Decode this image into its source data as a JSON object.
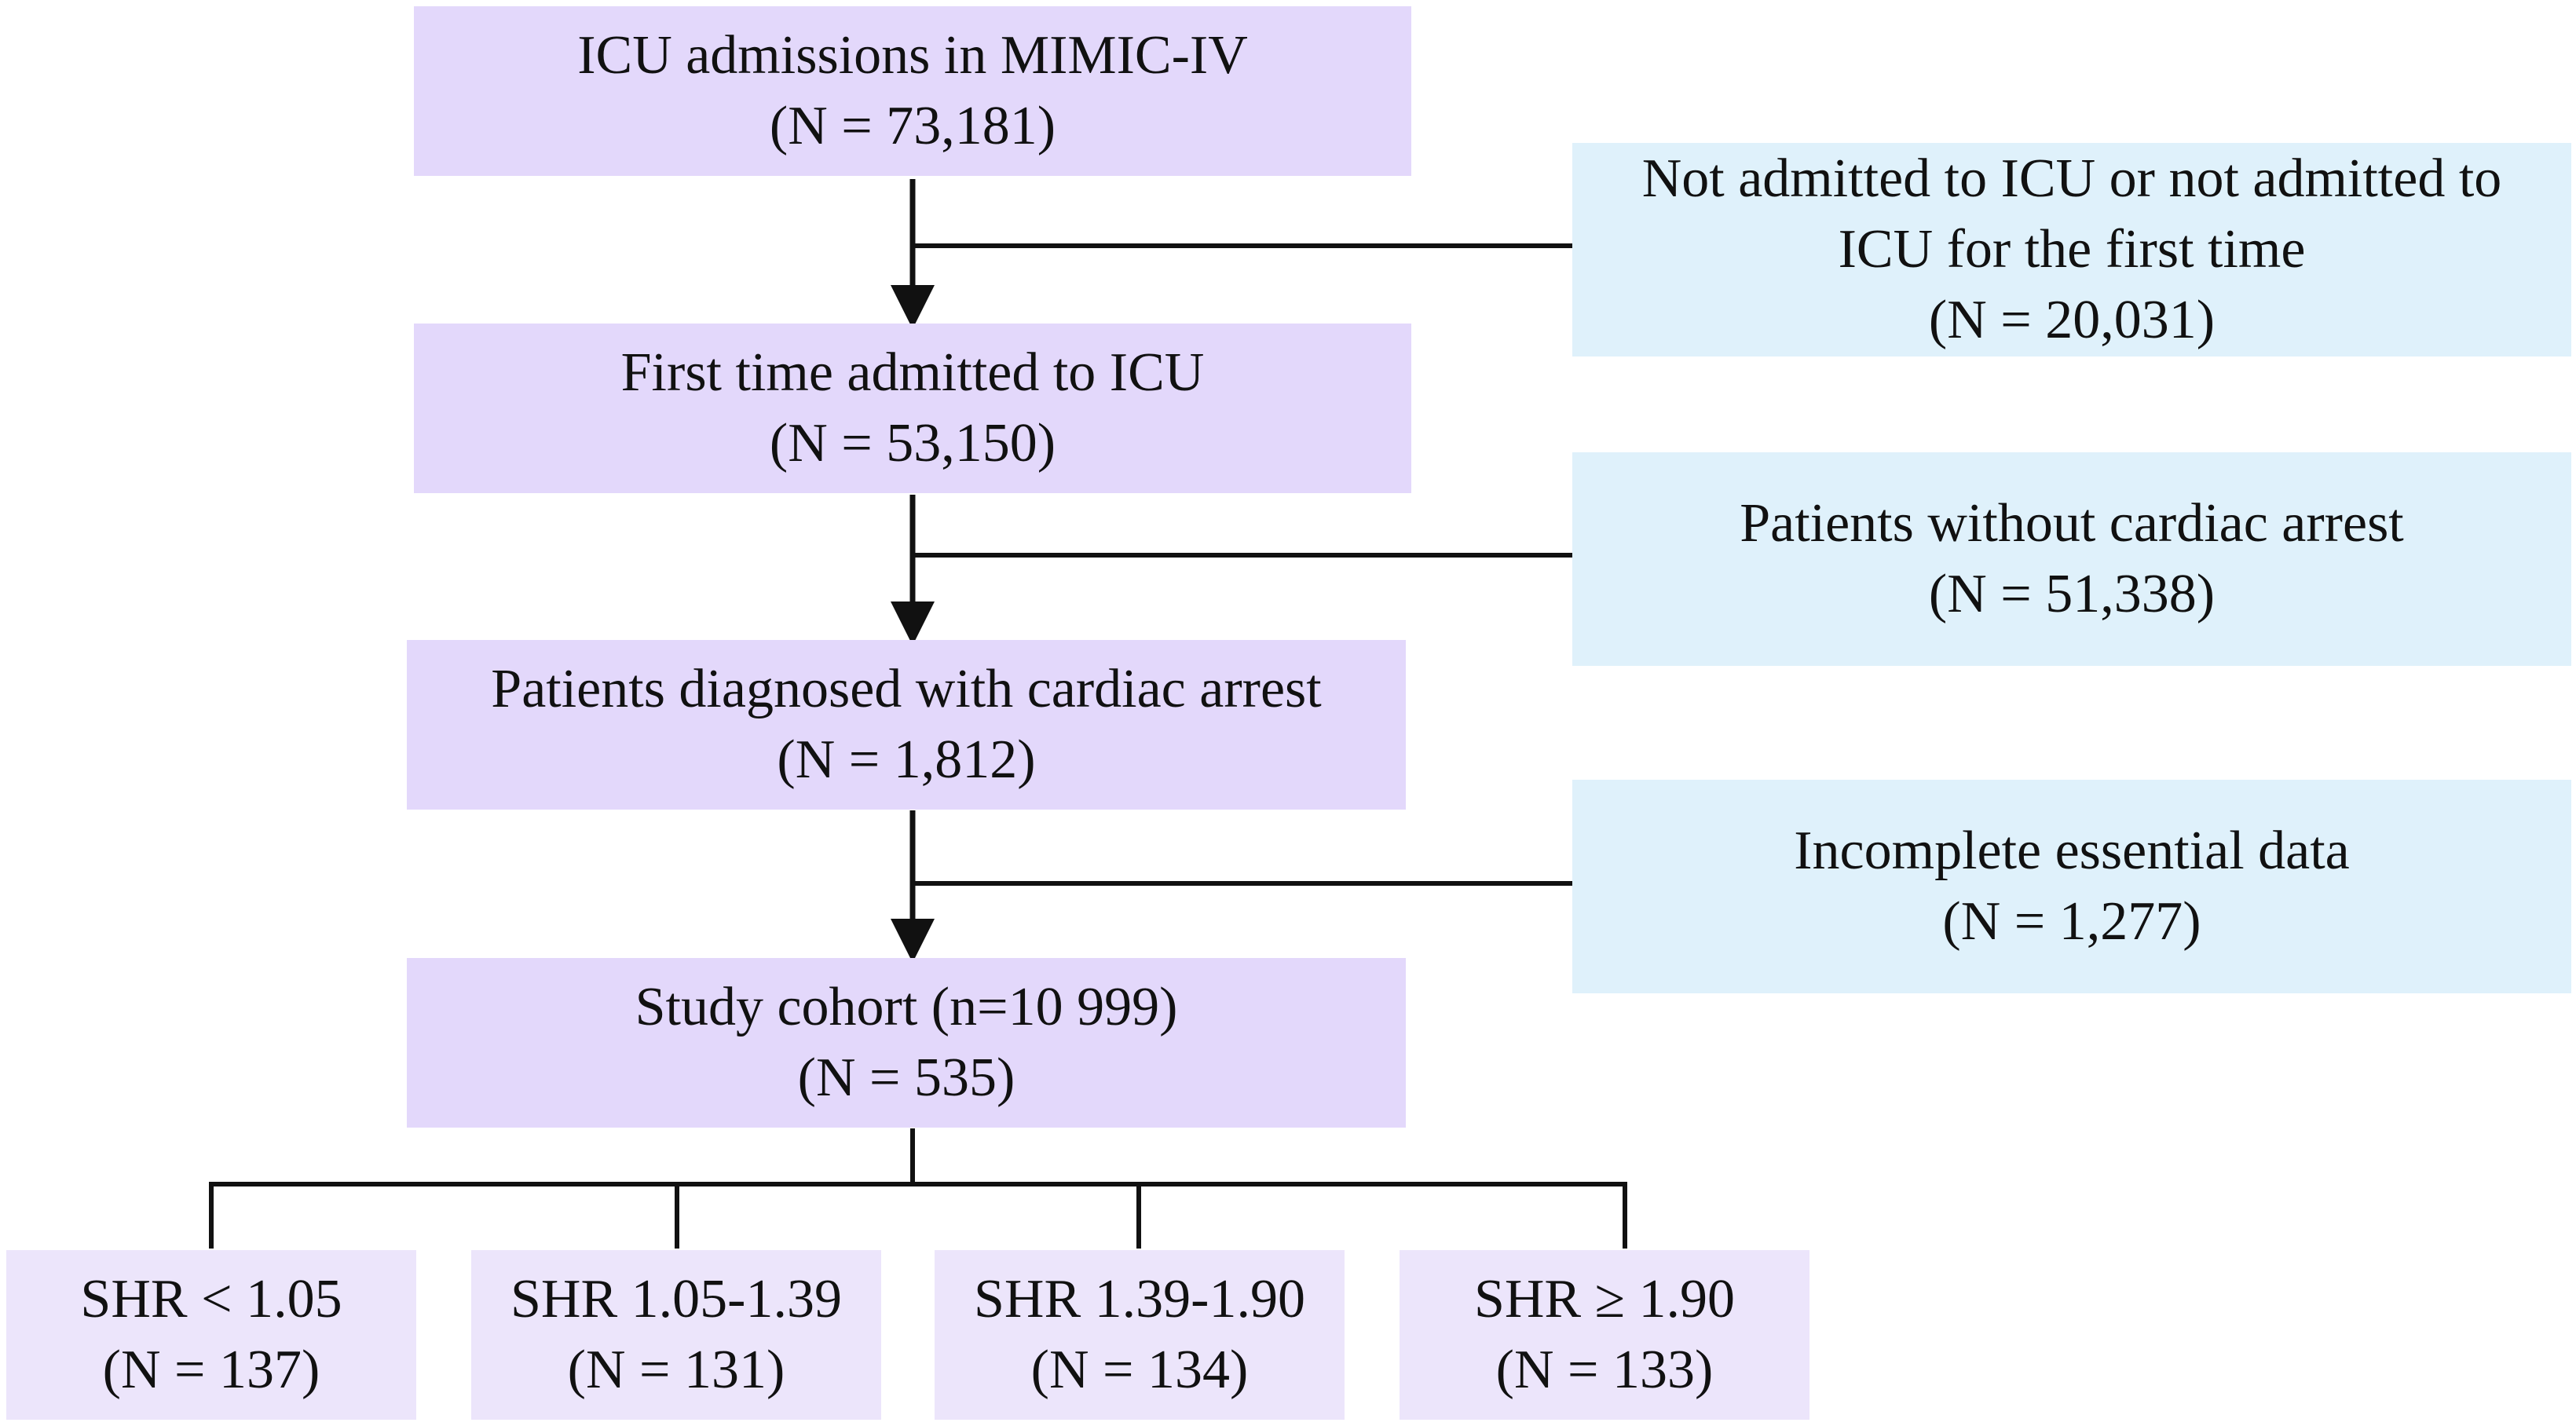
{
  "main_boxes": [
    {
      "line1": "ICU admissions in MIMIC-IV",
      "line2": "(N = 73,181)"
    },
    {
      "line1": "First time admitted to ICU",
      "line2": "(N = 53,150)"
    },
    {
      "line1": "Patients diagnosed with cardiac arrest",
      "line2": "(N = 1,812)"
    },
    {
      "line1": "Study cohort (n=10 999)",
      "line2": "(N = 535)"
    }
  ],
  "exclusion_boxes": [
    {
      "line1": "Not admitted to ICU or not admitted to",
      "line2": "ICU for the first time",
      "line3": "(N = 20,031)"
    },
    {
      "line1": "Patients without cardiac arrest",
      "line2": "(N = 51,338)"
    },
    {
      "line1": "Incomplete essential data",
      "line2": "(N = 1,277)"
    }
  ],
  "group_boxes": [
    {
      "line1": "SHR < 1.05",
      "line2": "(N = 137)"
    },
    {
      "line1": "SHR 1.05-1.39",
      "line2": "(N = 131)"
    },
    {
      "line1": "SHR 1.39-1.90",
      "line2": "(N = 134)"
    },
    {
      "line1": "SHR ≥ 1.90",
      "line2": "(N = 133)"
    }
  ],
  "colors": {
    "main_fill": "#e3d8fb",
    "exclusion_fill": "#dff1fb",
    "group_fill": "#ece5fb",
    "line": "#111111"
  }
}
